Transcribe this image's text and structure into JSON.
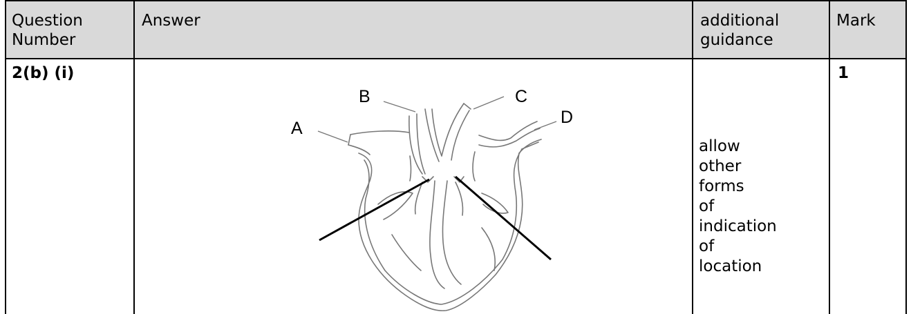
{
  "headers": {
    "question_number": [
      "Question",
      "Number"
    ],
    "answer": "Answer",
    "additional_guidance": [
      "additional",
      "guidance"
    ],
    "mark": "Mark"
  },
  "row": {
    "question_number": "2(b) (i)",
    "guidance_lines": [
      "allow",
      "other",
      "forms of",
      "indication",
      "of",
      "location"
    ],
    "mark": "1"
  },
  "diagram": {
    "labels": [
      "A",
      "B",
      "C",
      "D"
    ]
  }
}
